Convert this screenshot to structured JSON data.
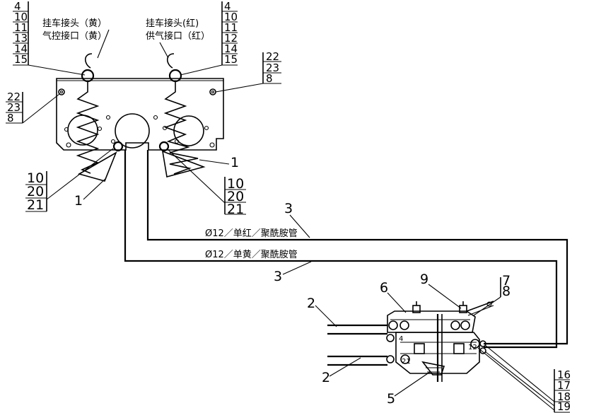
{
  "labels": {
    "coupling_yellow": "挂车接头（黄）",
    "control_port_yellow": "气控接口（黄）",
    "coupling_red": "挂车接头(红)",
    "supply_port_red": "供气接口（红）",
    "pipe_red": "Ø12／单红／聚酰胺管",
    "pipe_yellow": "Ø12／单黄／聚酰胺管"
  },
  "callouts": {
    "left_top_stack": [
      "4",
      "10",
      "11",
      "13",
      "14",
      "15"
    ],
    "right_top_stack": [
      "4",
      "10",
      "11",
      "12",
      "14",
      "15"
    ],
    "right_bracket_stack": [
      "22",
      "23",
      "8"
    ],
    "left_bracket_stack": [
      "22",
      "23",
      "8"
    ],
    "left_lower_stack": [
      "10",
      "20",
      "21"
    ],
    "right_lower_stack": [
      "10",
      "20",
      "21"
    ],
    "valve_stack": [
      "16",
      "17",
      "18",
      "19"
    ],
    "valve_top_stack": [
      "7",
      "8"
    ],
    "one_left": "1",
    "one_right": "1",
    "three_upper": "3",
    "three_lower": "3",
    "two_upper": "2",
    "two_lower": "2",
    "six": "6",
    "nine": "9",
    "five": "5"
  }
}
